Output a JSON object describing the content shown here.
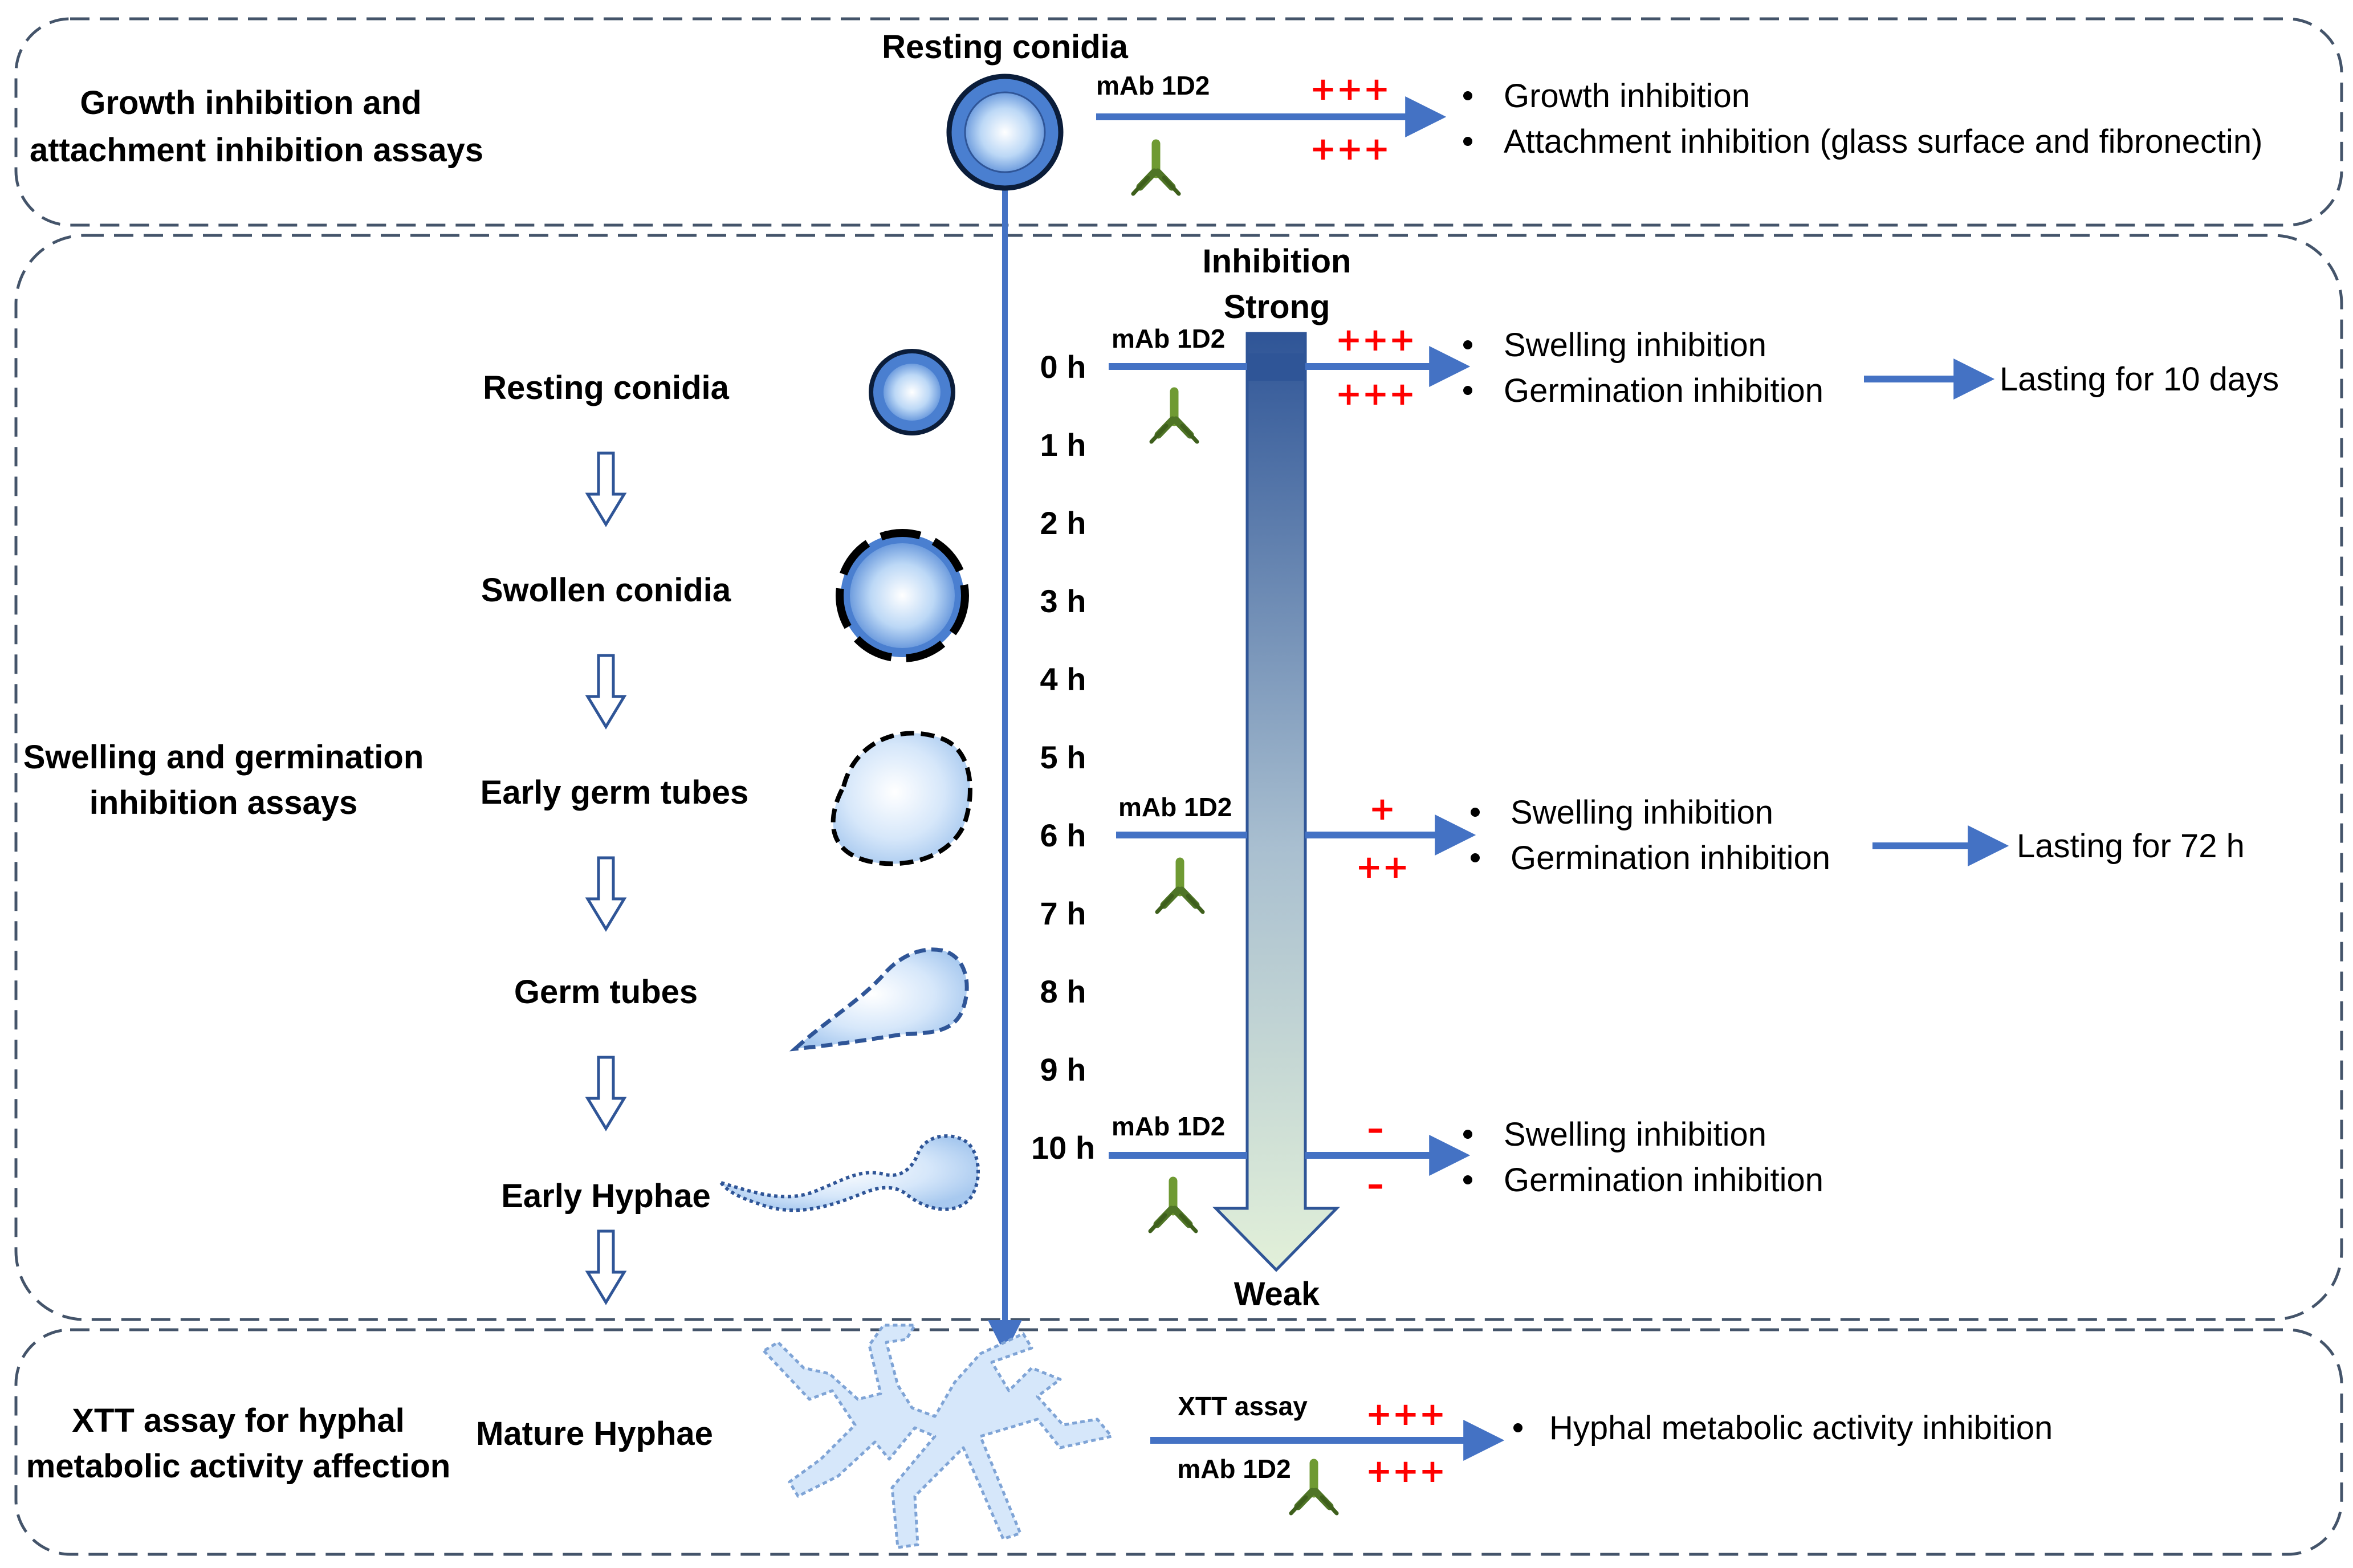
{
  "colors": {
    "arrow": "#4472c4",
    "panel_border": "#44546a",
    "plus_signs": "#ff0000",
    "antibody": "#5a8a2a",
    "gradient_strong": "#2f5597",
    "gradient_weak": "#e2f0d9"
  },
  "panels": {
    "top": {
      "label_line1": "Growth inhibition and",
      "label_line2": "attachment inhibition assays",
      "stage_title": "Resting conidia",
      "mab_label": "mAb 1D2",
      "strength_upper": "+++",
      "strength_lower": "+++",
      "results": [
        "Growth inhibition",
        "Attachment inhibition (glass surface and fibronectin)"
      ]
    },
    "middle": {
      "label_line1": "Swelling and germination",
      "label_line2": "inhibition assays",
      "gradient_title": "Inhibition",
      "gradient_top": "Strong",
      "gradient_bottom": "Weak",
      "stages": [
        "Resting conidia",
        "Swollen conidia",
        "Early germ tubes",
        "Germ tubes",
        "Early Hyphae"
      ],
      "time_points": [
        "0 h",
        "1 h",
        "2 h",
        "3 h",
        "4 h",
        "5 h",
        "6 h",
        "7 h",
        "8 h",
        "9 h",
        "10 h"
      ],
      "treatments": [
        {
          "mab_label": "mAb 1D2",
          "strength_upper": "+++",
          "strength_lower": "+++",
          "results": [
            "Swelling inhibition",
            "Germination inhibition"
          ],
          "duration": "Lasting for 10 days"
        },
        {
          "mab_label": "mAb 1D2",
          "strength_upper": "+",
          "strength_lower": "++",
          "results": [
            "Swelling inhibition",
            "Germination inhibition"
          ],
          "duration": "Lasting for 72 h"
        },
        {
          "mab_label": "mAb 1D2",
          "strength_upper": "–",
          "strength_lower": "–",
          "results": [
            "Swelling inhibition",
            "Germination inhibition"
          ],
          "duration": ""
        }
      ]
    },
    "bottom": {
      "label_line1": "XTT assay for hyphal",
      "label_line2": "metabolic activity affection",
      "stage_title": "Mature Hyphae",
      "assay_label": "XTT assay",
      "mab_label": "mAb 1D2",
      "strength_upper": "+++",
      "strength_lower": "+++",
      "results": [
        "Hyphal metabolic activity inhibition"
      ]
    }
  }
}
